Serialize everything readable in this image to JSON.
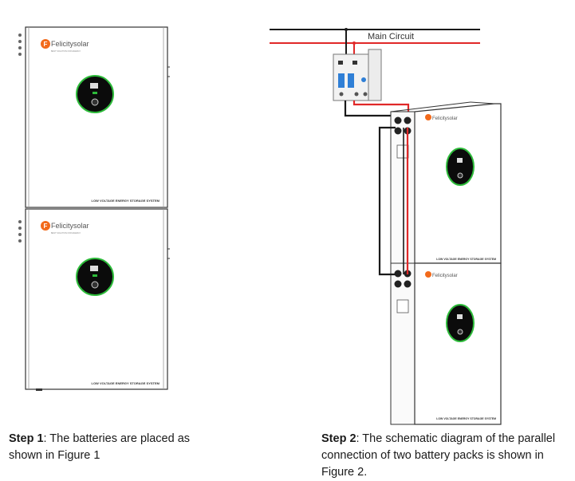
{
  "figure1": {
    "brand_name": "Felicitysolar",
    "brand_tagline": "BEST SOLUTION FOR ENERGY",
    "battery_label": "LOW VOLTAGE ENERGY STORAGE SYSTEM"
  },
  "figure2": {
    "circuit_label": "Main Circuit",
    "brand_name": "Felicitysolar",
    "battery_label": "LOW VOLTAGE ENERGY STORAGE SYSTEM"
  },
  "captions": {
    "step1_title": "Step 1",
    "step1_text": ":  The batteries are placed as shown in Figure 1",
    "step2_title": "Step 2",
    "step2_text": ": The schematic diagram of the parallel connection of two battery packs is shown in Figure 2."
  },
  "colors": {
    "positive_cable": "#e02828",
    "negative_cable": "#1a1a1a",
    "indicator_ring": "#2dbb3a",
    "brand_orange": "#f26a1b",
    "breaker_blue": "#2f7fd6"
  }
}
